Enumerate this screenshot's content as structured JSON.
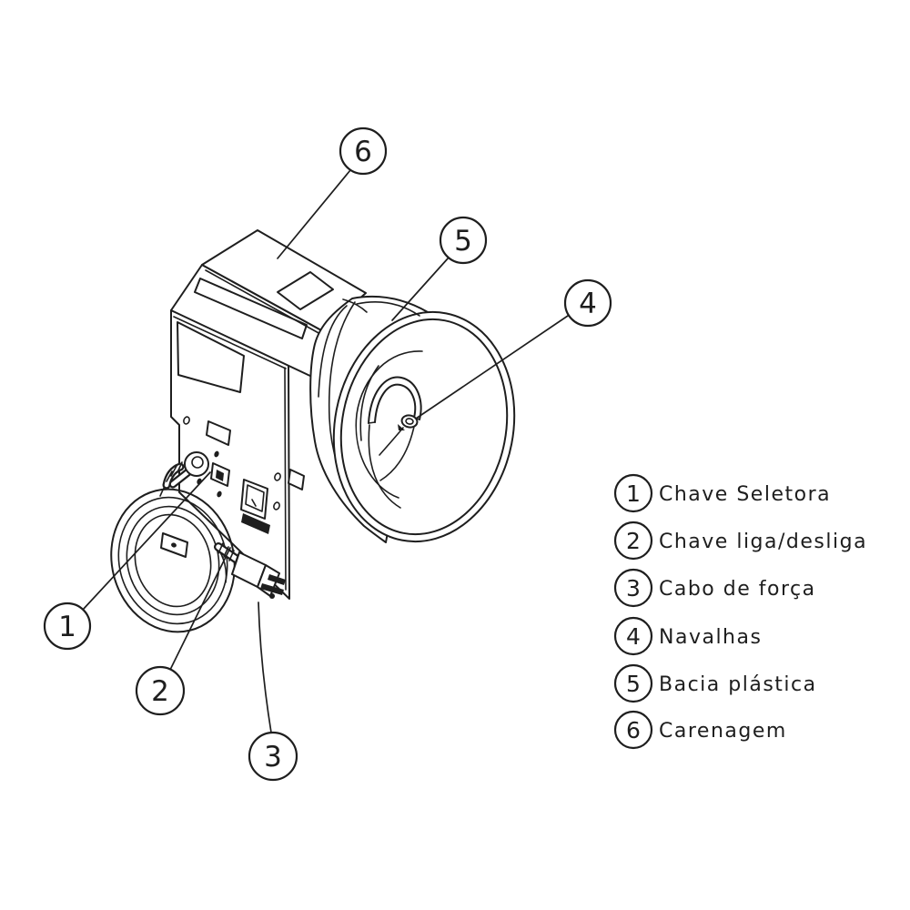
{
  "figure": {
    "type": "appliance-parts-diagram",
    "callouts": [
      {
        "num": "1"
      },
      {
        "num": "2"
      },
      {
        "num": "3"
      },
      {
        "num": "4"
      },
      {
        "num": "5"
      },
      {
        "num": "6"
      }
    ]
  },
  "legend": {
    "items": [
      {
        "num": "1",
        "label": "Chave Seletora"
      },
      {
        "num": "2",
        "label": "Chave liga/desliga"
      },
      {
        "num": "3",
        "label": "Cabo de força"
      },
      {
        "num": "4",
        "label": "Navalhas"
      },
      {
        "num": "5",
        "label": "Bacia plástica"
      },
      {
        "num": "6",
        "label": "Carenagem"
      }
    ]
  },
  "colors": {
    "line": "#1e1e1e",
    "background": "#ffffff"
  }
}
